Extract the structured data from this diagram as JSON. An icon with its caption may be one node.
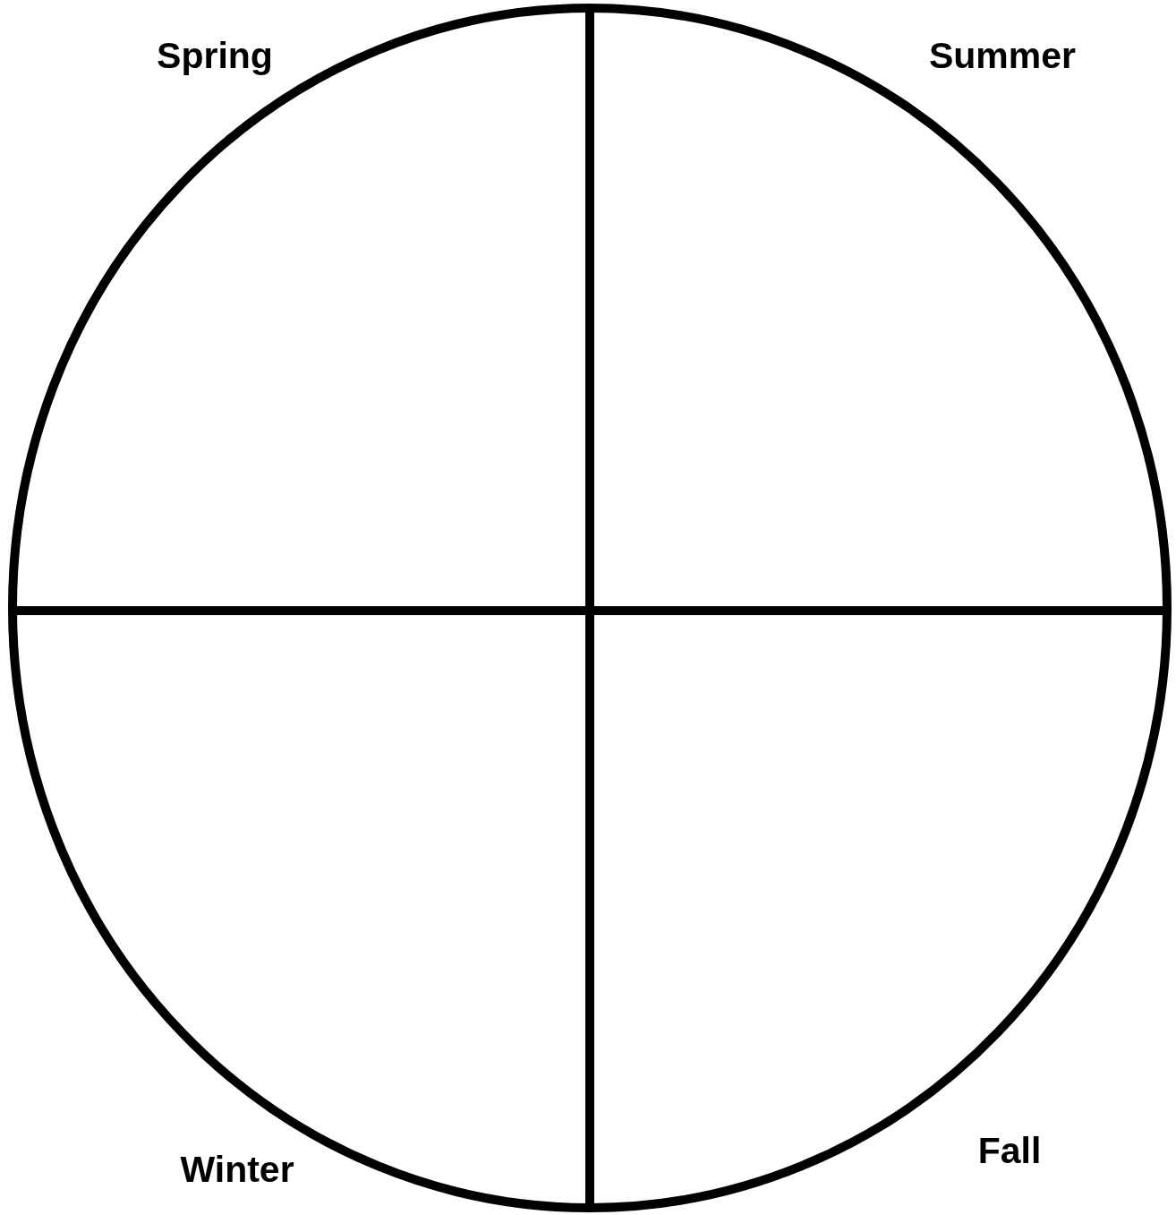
{
  "diagram": {
    "nodes": [
      {
        "text": [],
        "shape": "circle"
      }
    ],
    "labels": [
      "Spring",
      "Summer",
      "Winter",
      "Fall"
    ]
  }
}
